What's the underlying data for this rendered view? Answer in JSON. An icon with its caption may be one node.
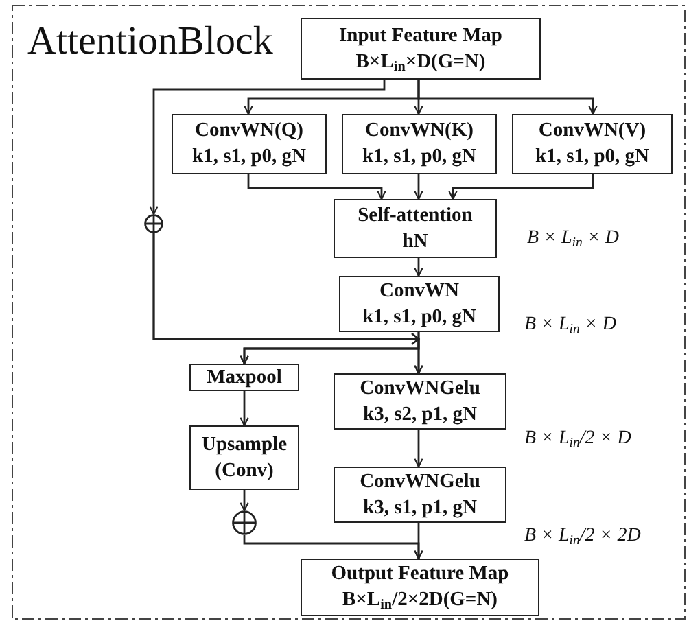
{
  "diagram": {
    "title": "AttentionBlock",
    "nodes": [
      {
        "text": [
          "Input Feature Map",
          "B×L$_{in}$×D(G=N)"
        ]
      },
      {
        "text": [
          "ConvWN(Q)",
          "k1, s1, p0, gN"
        ]
      },
      {
        "text": [
          "ConvWN(K)",
          "k1, s1, p0, gN"
        ]
      },
      {
        "text": [
          "ConvWN(V)",
          "k1, s1, p0, gN"
        ]
      },
      {
        "text": [
          "Self-attention",
          "hN"
        ]
      },
      {
        "text": [],
        "shape": "circle"
      },
      {
        "text": [
          "ConvWN",
          "k1, s1, p0, gN"
        ]
      },
      {
        "text": [
          "Maxpool"
        ]
      },
      {
        "text": [
          "Upsample",
          "(Conv)"
        ]
      },
      {
        "text": [
          "ConvWNGelu",
          "k3, s2, p1, gN"
        ]
      },
      {
        "text": [],
        "shape": "circle"
      },
      {
        "text": [
          "ConvWNGelu",
          "k3, s1, p1, gN"
        ]
      },
      {
        "text": [
          "Output Feature Map",
          "B×L$_{in}$/2×2D(G=N)"
        ]
      }
    ],
    "edges": [
      {
        "from": 0,
        "to": 1,
        "arrow": "to"
      },
      {
        "from": 0,
        "to": 2,
        "arrow": "to"
      },
      {
        "from": 0,
        "to": 3,
        "arrow": "to"
      },
      {
        "from": 1,
        "to": 4,
        "arrow": "to"
      },
      {
        "from": 2,
        "to": 4,
        "arrow": "to"
      },
      {
        "from": 3,
        "to": 4,
        "arrow": "to"
      },
      {
        "from": 4,
        "to": 6,
        "arrow": "to"
      },
      {
        "from": 0,
        "to": 5,
        "arrow": "to"
      },
      {
        "from": 5,
        "to": 9,
        "arrow": "to"
      },
      {
        "from": 5,
        "to": 7,
        "arrow": "to"
      },
      {
        "from": 6,
        "to": 9,
        "arrow": "to"
      },
      {
        "from": 6,
        "to": 7,
        "arrow": "to"
      },
      {
        "from": 7,
        "to": 8,
        "arrow": "to"
      },
      {
        "from": 8,
        "to": 10,
        "arrow": "to"
      },
      {
        "from": 9,
        "to": 11,
        "arrow": "to"
      },
      {
        "from": 11,
        "to": 12,
        "arrow": "to"
      },
      {
        "from": 10,
        "to": 12,
        "arrow": "to"
      }
    ],
    "labels": [
      "B × L$_{in}$ × D",
      "B × L$_{in}$ × D",
      "B × L$_{in}$/2 × D",
      "B × L$_{in}$/2 × 2D"
    ]
  }
}
